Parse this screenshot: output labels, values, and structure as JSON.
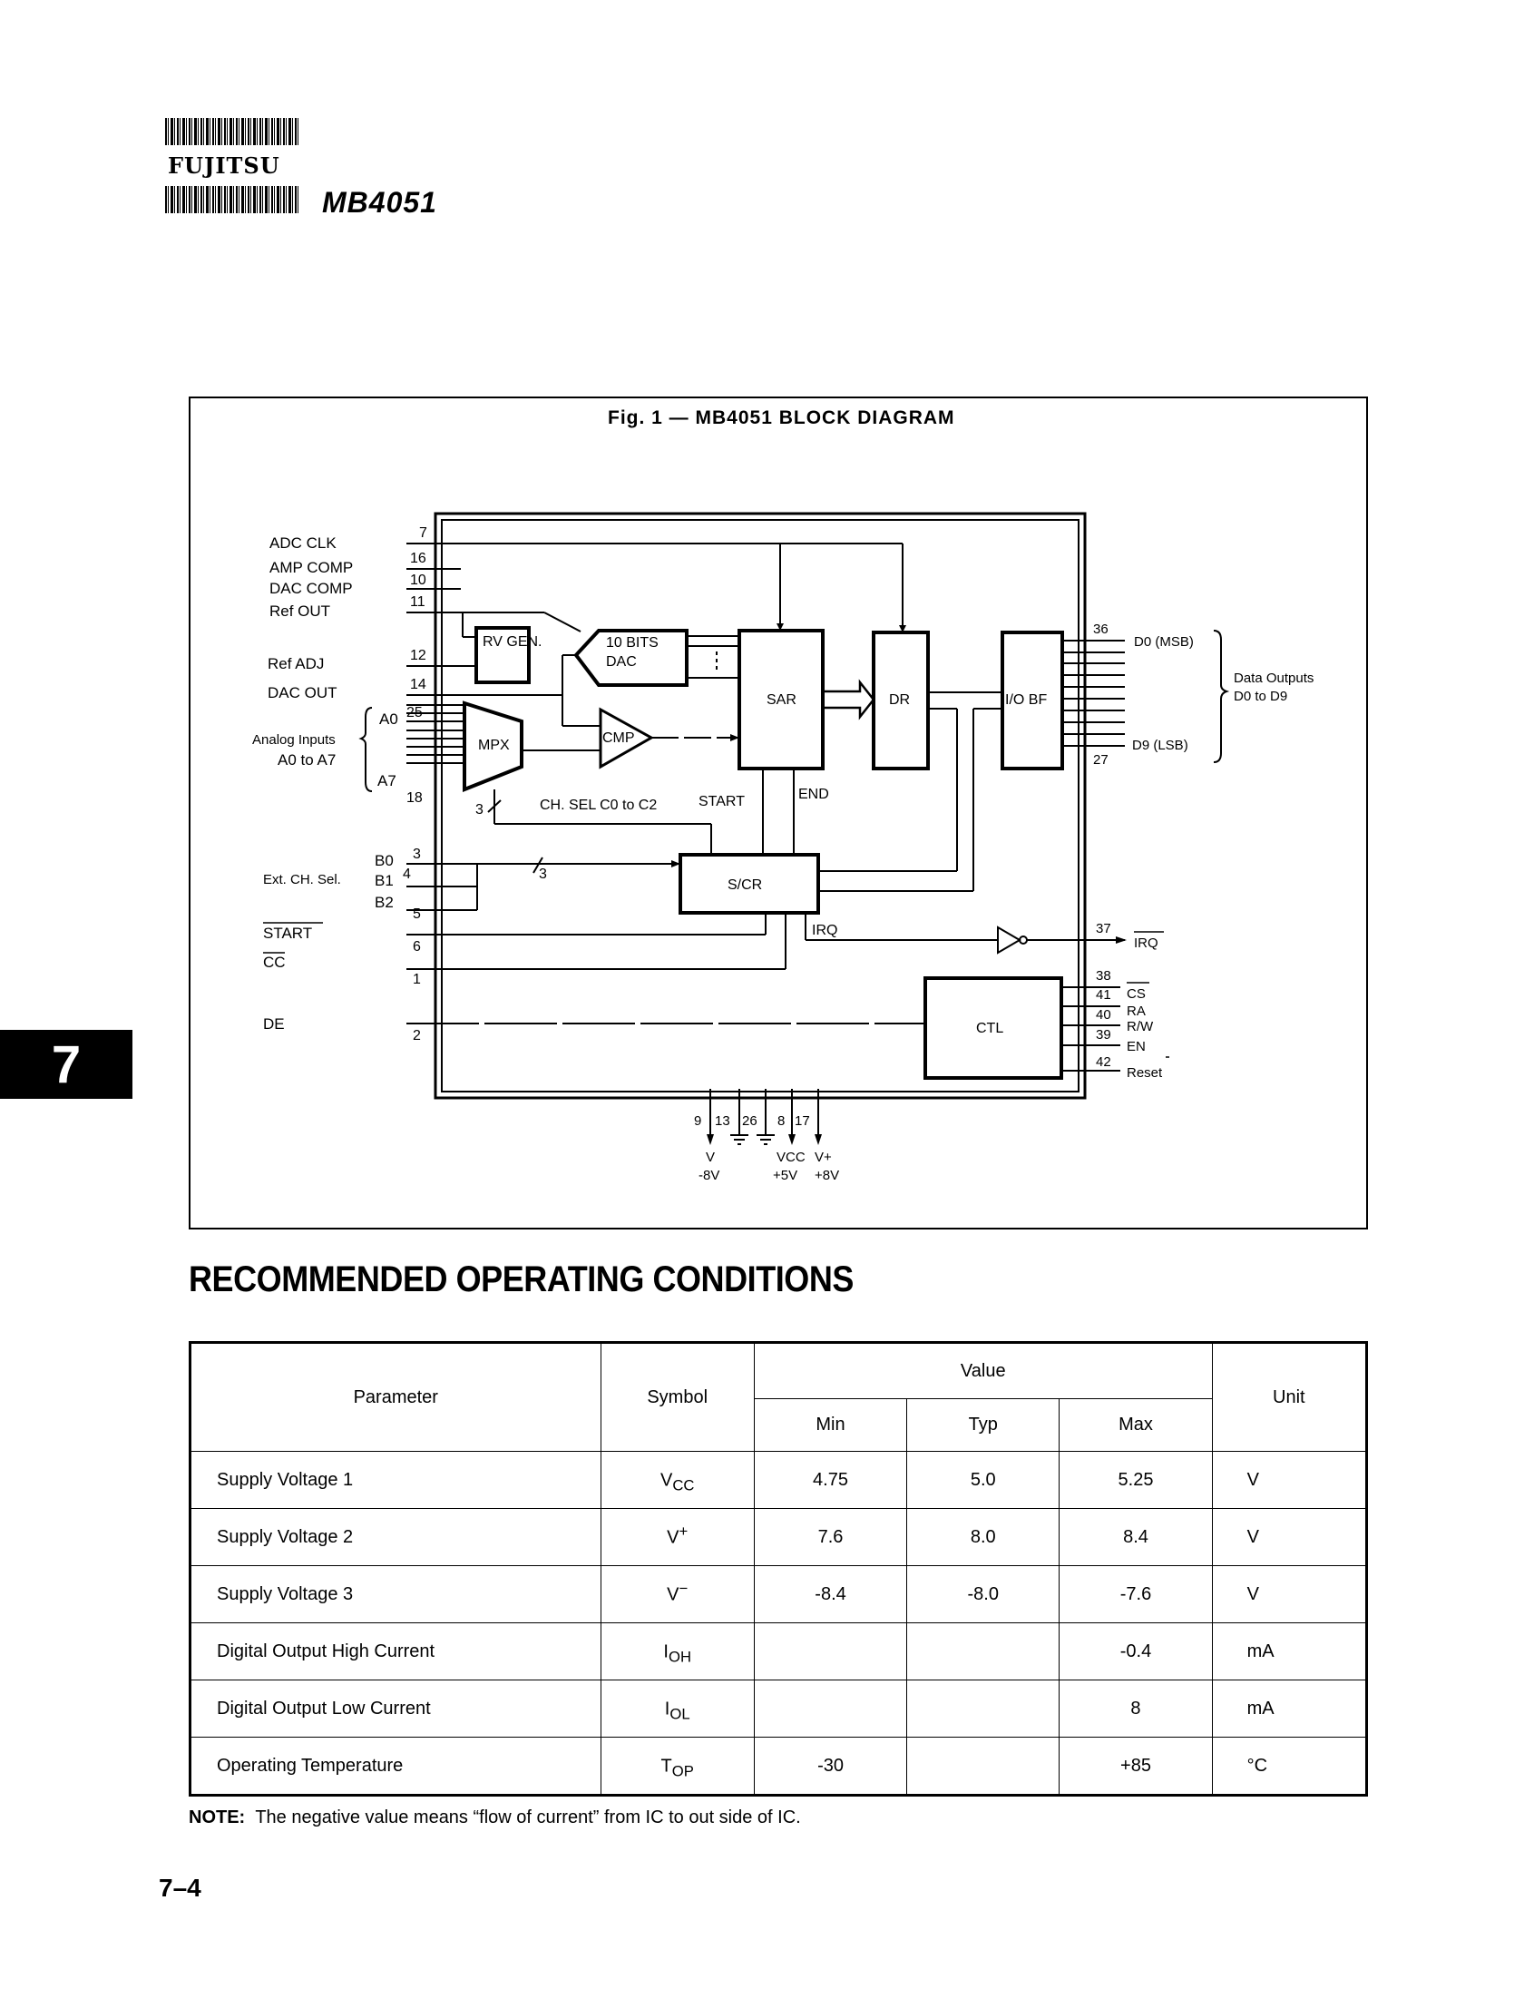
{
  "header": {
    "brand": "FUJITSU",
    "model": "MB4051"
  },
  "side_tab": "7",
  "figure": {
    "title": "Fig. 1 — MB4051  BLOCK  DIAGRAM",
    "left_pins": [
      {
        "label": "ADC CLK",
        "pin": "7"
      },
      {
        "label": "AMP COMP",
        "pin": "16"
      },
      {
        "label": "DAC COMP",
        "pin": "10"
      },
      {
        "label": "Ref OUT",
        "pin": "11"
      },
      {
        "label": "Ref ADJ",
        "pin": "12"
      },
      {
        "label": "DAC OUT",
        "pin": "14"
      }
    ],
    "analog_inputs": {
      "label_line1": "Analog Inputs",
      "label_line2": "A0 to A7",
      "first": "A0",
      "last": "A7",
      "pin_first": "25",
      "pin_last": "18"
    },
    "ext_ch_sel": {
      "label": "Ext. CH. Sel.",
      "lines": [
        {
          "name": "B0",
          "pin": "3"
        },
        {
          "name": "B1",
          "pin": "4"
        },
        {
          "name": "B2",
          "pin": "5"
        }
      ],
      "bus_width": "3"
    },
    "control_pins": [
      {
        "label": "START",
        "overbar": true,
        "pin": "6"
      },
      {
        "label": "CC",
        "overbar": true,
        "pin": "1"
      },
      {
        "label": "DE",
        "overbar": false,
        "pin": "2"
      }
    ],
    "blocks": {
      "rv_gen": "RV GEN.",
      "dac_line1": "10 BITS",
      "dac_line2": "DAC",
      "mpx": "MPX",
      "cmp": "CMP",
      "sar": "SAR",
      "dr": "DR",
      "io_bf": "I/O BF",
      "scr": "S/CR",
      "ctl": "CTL"
    },
    "signals": {
      "ch_sel": "CH. SEL  C0 to C2",
      "ch_sel_width": "3",
      "start": "START",
      "end": "END",
      "irq_internal": "IRQ"
    },
    "data_outputs": {
      "msb": "D0 (MSB)",
      "lsb": "D9 (LSB)",
      "pin_msb": "36",
      "pin_lsb": "27",
      "group_line1": "Data Outputs",
      "group_line2": "D0 to D9"
    },
    "right_pins": [
      {
        "label": "IRQ",
        "overbar": true,
        "pin": "37"
      },
      {
        "label": "CS",
        "overbar": true,
        "pin": "38"
      },
      {
        "label": "RA",
        "overbar": false,
        "pin": "41"
      },
      {
        "label": "R/W",
        "overbar": false,
        "pin": "40"
      },
      {
        "label": "EN",
        "overbar": false,
        "pin": "39"
      },
      {
        "label": "Reset",
        "overbar": true,
        "pin": "42"
      }
    ],
    "power_pins": {
      "pins": [
        "9",
        "13",
        "26",
        "8",
        "17"
      ],
      "v_minus": {
        "label": "V",
        "value": "-8V"
      },
      "vcc": {
        "label": "VCC",
        "value": "+5V"
      },
      "v_plus": {
        "label": "V+",
        "value": "+8V"
      }
    }
  },
  "section_title": "RECOMMENDED OPERATING CONDITIONS",
  "table": {
    "headers": {
      "parameter": "Parameter",
      "symbol": "Symbol",
      "value": "Value",
      "min": "Min",
      "typ": "Typ",
      "max": "Max",
      "unit": "Unit"
    },
    "rows": [
      {
        "parameter": "Supply Voltage 1",
        "symbol": "V",
        "sub": "CC",
        "sup": "",
        "min": "4.75",
        "typ": "5.0",
        "max": "5.25",
        "unit": "V"
      },
      {
        "parameter": "Supply Voltage 2",
        "symbol": "V",
        "sub": "",
        "sup": "+",
        "min": "7.6",
        "typ": "8.0",
        "max": "8.4",
        "unit": "V"
      },
      {
        "parameter": "Supply Voltage 3",
        "symbol": "V",
        "sub": "",
        "sup": "−",
        "min": "-8.4",
        "typ": "-8.0",
        "max": "-7.6",
        "unit": "V"
      },
      {
        "parameter": "Digital Output High Current",
        "symbol": "I",
        "sub": "OH",
        "sup": "",
        "min": "",
        "typ": "",
        "max": "-0.4",
        "unit": "mA"
      },
      {
        "parameter": "Digital Output Low Current",
        "symbol": "I",
        "sub": "OL",
        "sup": "",
        "min": "",
        "typ": "",
        "max": "8",
        "unit": "mA"
      },
      {
        "parameter": "Operating Temperature",
        "symbol": "T",
        "sub": "OP",
        "sup": "",
        "min": "-30",
        "typ": "",
        "max": "+85",
        "unit": "°C"
      }
    ]
  },
  "note": {
    "label": "NOTE:",
    "text": "The negative value means “flow of current” from IC to out side of IC."
  },
  "page_number": "7–4"
}
